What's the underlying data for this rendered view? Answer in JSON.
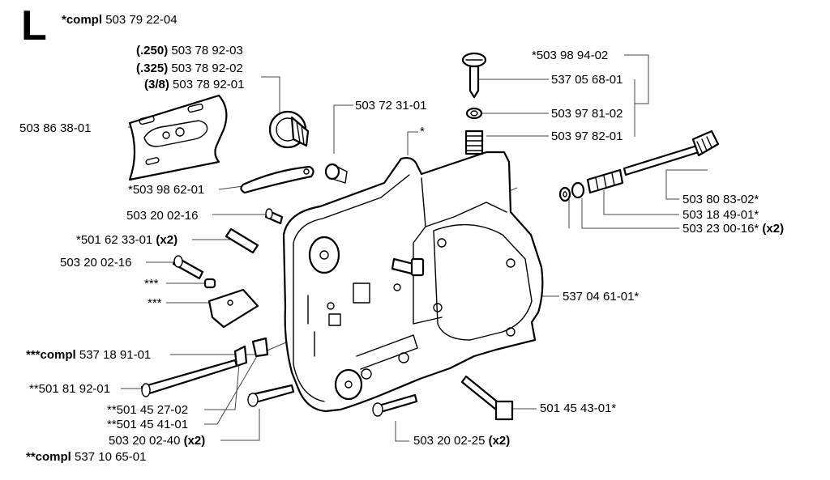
{
  "section_letter": "L",
  "header": {
    "prefix": "*compl",
    "part": "503 79 22-04"
  },
  "labels": {
    "l250": {
      "bold": "(.250)",
      "part": "503 78 92-03"
    },
    "l325": {
      "bold": "(.325)",
      "part": "503 78 92-02"
    },
    "l38": {
      "bold": "(3/8)",
      "part": "503 78 92-01"
    },
    "l503863801": {
      "part": "503 86 38-01"
    },
    "l503723101": {
      "part": "503 72 31-01"
    },
    "lstar": {
      "part": "*"
    },
    "l503986201": {
      "part": "*503 98 62-01"
    },
    "l503200216a": {
      "part": "503 20 02-16"
    },
    "l501623301": {
      "part": "*501 62 33-01",
      "bold": "(x2)"
    },
    "l503200216b": {
      "part": "503 20 02-16"
    },
    "lstar3a": {
      "part": "***"
    },
    "lstar3b": {
      "part": "***"
    },
    "lcompl3": {
      "bold": "***compl",
      "part": "537 18 91-01"
    },
    "l501819201": {
      "part": "**501 81 92-01"
    },
    "l501452702": {
      "part": "**501 45 27-02"
    },
    "l501454101": {
      "part": "**501 45 41-01"
    },
    "l503200240": {
      "part": "503 20 02-40",
      "bold": "(x2)"
    },
    "lcompl2": {
      "bold": "**compl",
      "part": "537 10 65-01"
    },
    "l503989402": {
      "part": "*503 98 94-02"
    },
    "l537056801": {
      "part": "537 05 68-01"
    },
    "l503978102": {
      "part": "503 97 81-02"
    },
    "l503978201": {
      "part": "503 97 82-01"
    },
    "l503808302": {
      "part": "503 80 83-02*"
    },
    "l503184901": {
      "part": "503 18 49-01*"
    },
    "l503230016": {
      "part": "503 23 00-16*",
      "bold": "(x2)"
    },
    "l537046101": {
      "part": "537 04 61-01*"
    },
    "l501454301": {
      "part": "501 45 43-01*"
    },
    "l503200225": {
      "part": "503 20 02-25",
      "bold": "(x2)"
    }
  }
}
